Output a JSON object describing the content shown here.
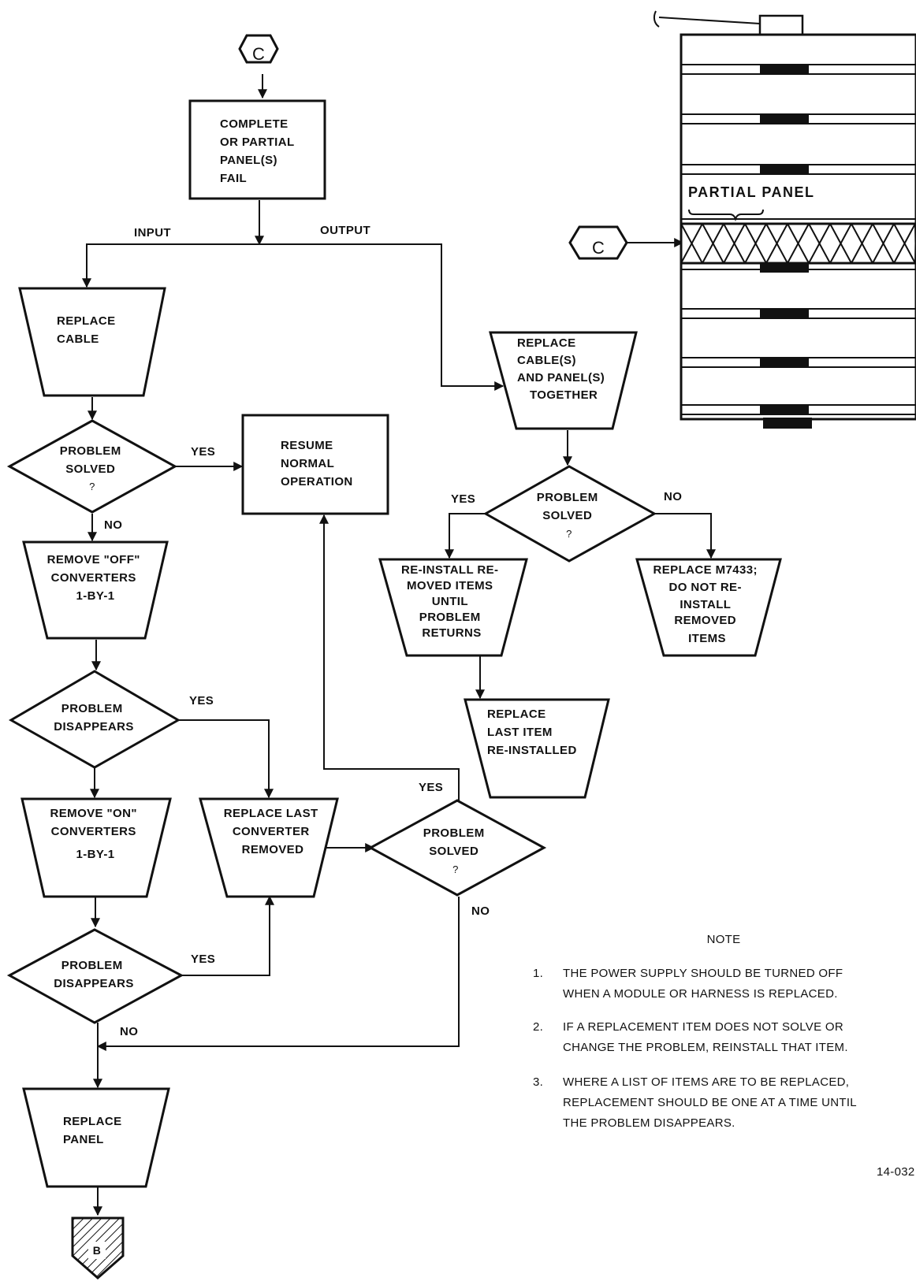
{
  "connectors": {
    "top": "C",
    "side": "C",
    "bottom": "B"
  },
  "nodes": {
    "panels_fail": [
      "COMPLETE",
      "OR PARTIAL",
      "PANEL(S)",
      "FAIL"
    ],
    "replace_cable": [
      "REPLACE",
      "CABLE"
    ],
    "problem_solved_1": [
      "PROBLEM",
      "SOLVED",
      "?"
    ],
    "resume": [
      "RESUME",
      "NORMAL",
      "OPERATION"
    ],
    "remove_off": [
      "REMOVE \"OFF\"",
      "CONVERTERS",
      "1-BY-1"
    ],
    "problem_disappears_1": [
      "PROBLEM",
      "DISAPPEARS"
    ],
    "remove_on": [
      "REMOVE \"ON\"",
      "CONVERTERS",
      "1-BY-1"
    ],
    "replace_last_converter": [
      "REPLACE LAST",
      "CONVERTER",
      "REMOVED"
    ],
    "problem_solved_3": [
      "PROBLEM",
      "SOLVED",
      "?"
    ],
    "problem_disappears_2": [
      "PROBLEM",
      "DISAPPEARS"
    ],
    "replace_panel": [
      "REPLACE",
      "PANEL"
    ],
    "replace_cables_panels": [
      "REPLACE",
      "CABLE(S)",
      "AND PANEL(S)",
      "TOGETHER"
    ],
    "problem_solved_2": [
      "PROBLEM",
      "SOLVED",
      "?"
    ],
    "reinstall": [
      "RE-INSTALL RE-",
      "MOVED ITEMS",
      "UNTIL",
      "PROBLEM",
      "RETURNS"
    ],
    "replace_m7433": [
      "REPLACE M7433;",
      "DO NOT RE-",
      "INSTALL",
      "REMOVED",
      "ITEMS"
    ],
    "replace_last_item": [
      "REPLACE",
      "LAST ITEM",
      "RE-INSTALLED"
    ]
  },
  "edge_labels": {
    "input": "INPUT",
    "output": "OUTPUT",
    "yes_ps1": "YES",
    "no_ps1": "NO",
    "yes_pd1": "YES",
    "yes_ps3": "YES",
    "no_ps3": "NO",
    "yes_pd2": "YES",
    "no_pd2": "NO",
    "yes_ps2": "YES",
    "no_ps2": "NO"
  },
  "panel_diagram": {
    "label": "PARTIAL PANEL"
  },
  "notes": {
    "heading": "NOTE",
    "items": [
      {
        "num": "1.",
        "lines": [
          "THE POWER SUPPLY SHOULD BE TURNED OFF",
          "WHEN A MODULE OR HARNESS IS REPLACED."
        ]
      },
      {
        "num": "2.",
        "lines": [
          "IF A REPLACEMENT ITEM DOES NOT SOLVE OR",
          "CHANGE THE PROBLEM, REINSTALL THAT ITEM."
        ]
      },
      {
        "num": "3.",
        "lines": [
          "WHERE A LIST OF ITEMS ARE TO BE REPLACED,",
          "REPLACEMENT SHOULD BE ONE AT A TIME UNTIL",
          "THE PROBLEM DISAPPEARS."
        ]
      }
    ]
  },
  "figure_id": "14-032"
}
